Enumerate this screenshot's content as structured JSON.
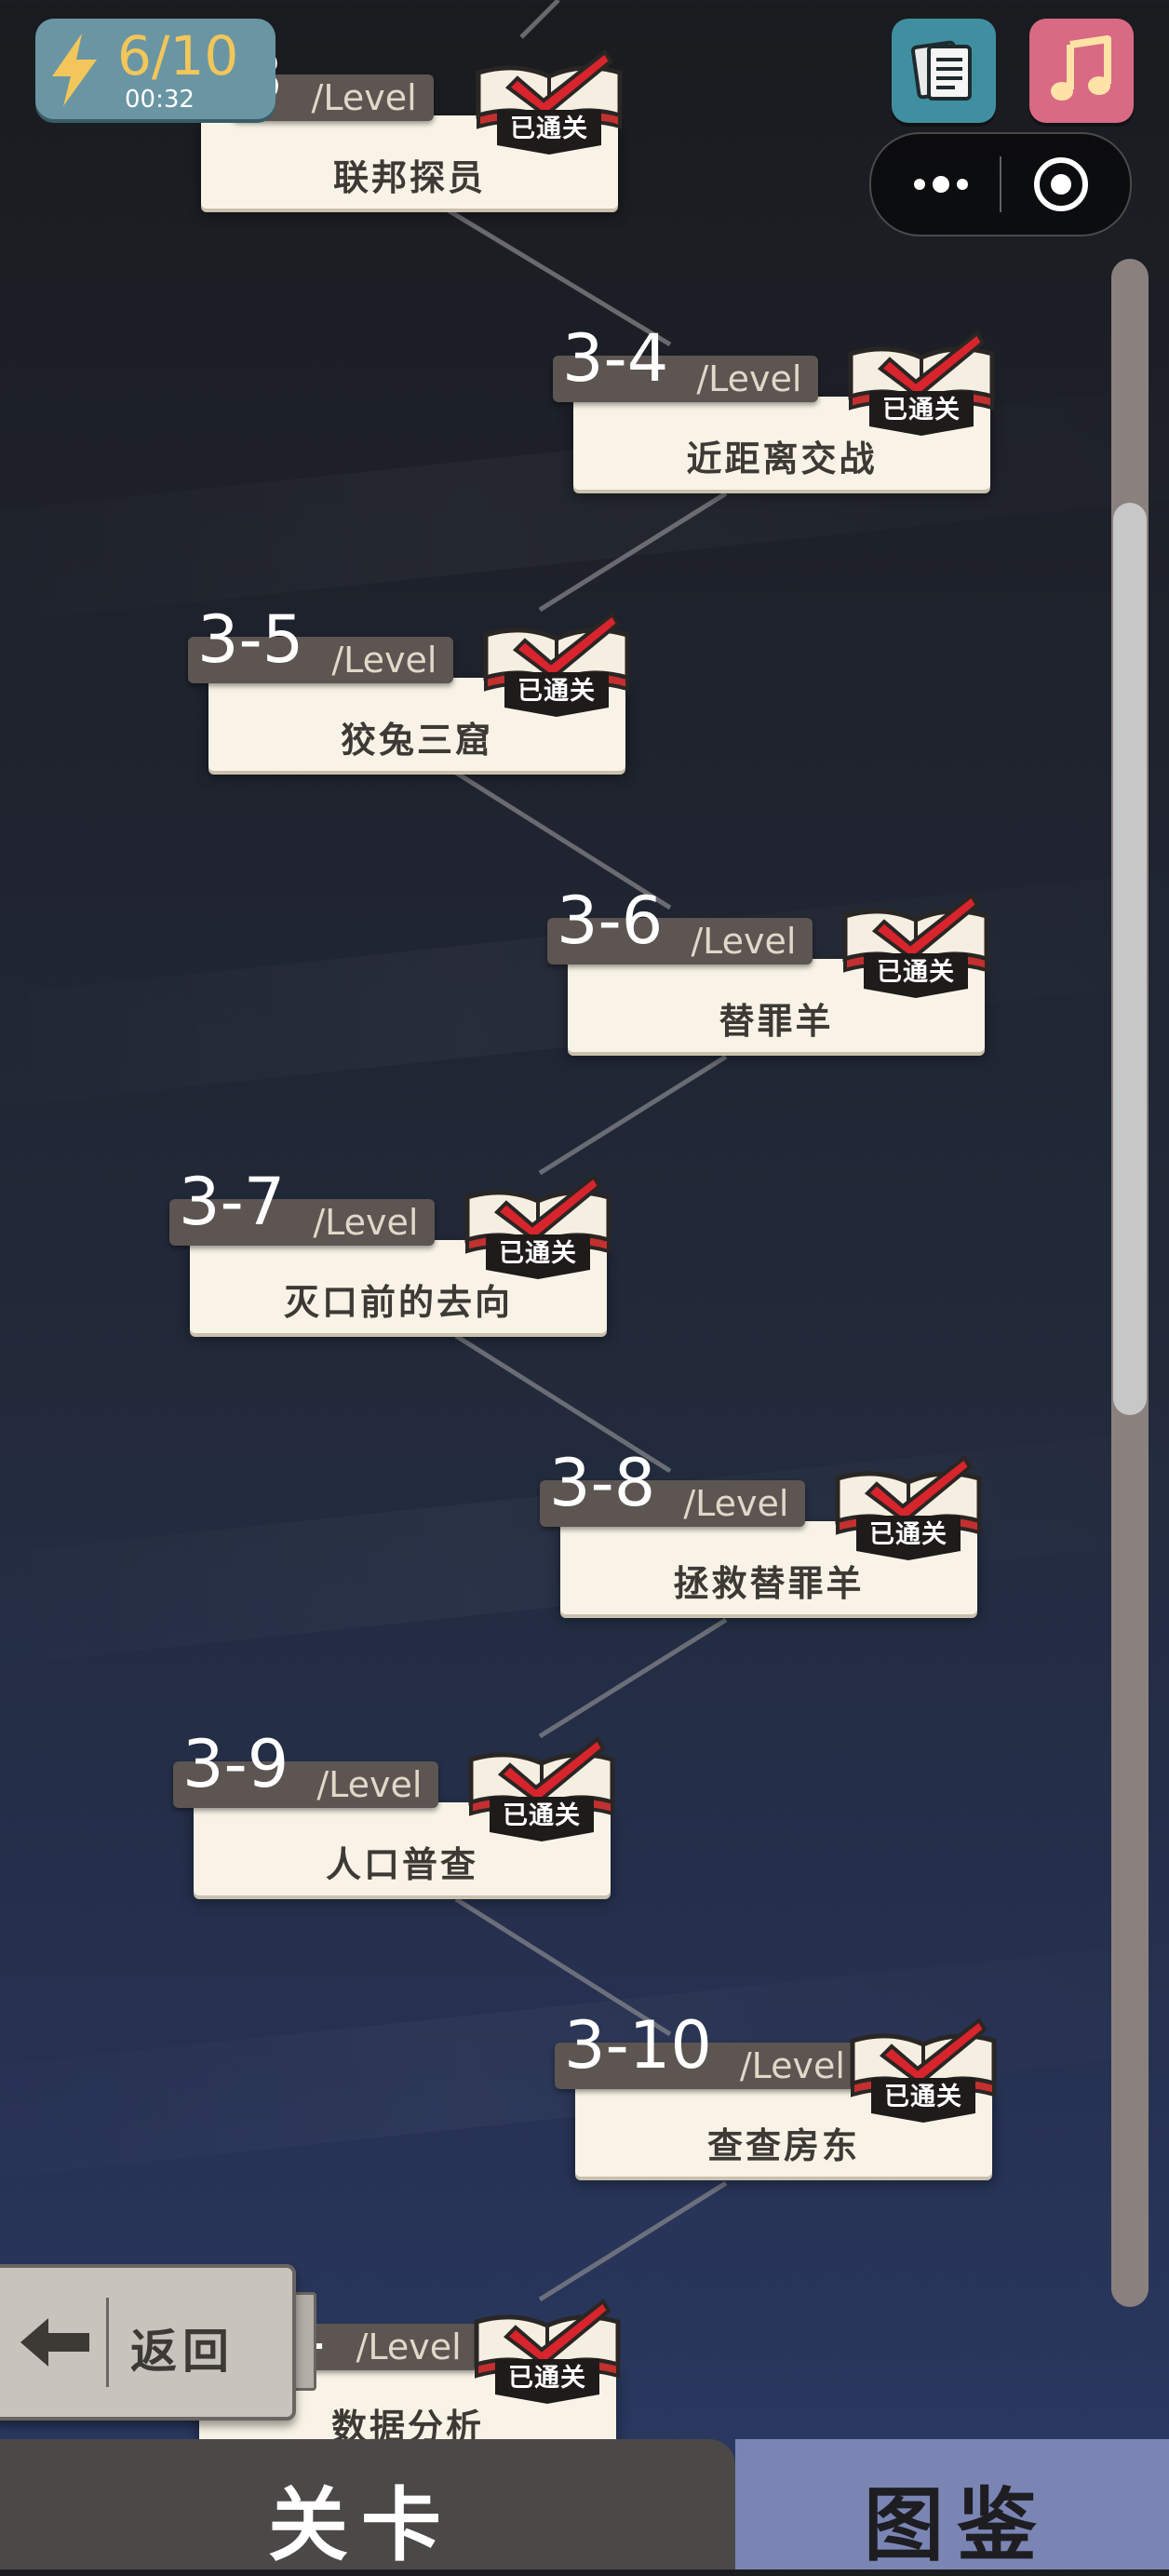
{
  "status": {
    "stamina": "6/10",
    "timer": "00:32"
  },
  "capsule": {
    "more_icon": "more-dots-icon",
    "close_icon": "target-icon"
  },
  "levels": [
    {
      "number": "3",
      "suffix": "/Level",
      "name": "联邦探员",
      "status": "已通关"
    },
    {
      "number": "3-4",
      "suffix": "/Level",
      "name": "近距离交战",
      "status": "已通关"
    },
    {
      "number": "3-5",
      "suffix": "/Level",
      "name": "狡兔三窟",
      "status": "已通关"
    },
    {
      "number": "3-6",
      "suffix": "/Level",
      "name": "替罪羊",
      "status": "已通关"
    },
    {
      "number": "3-7",
      "suffix": "/Level",
      "name": "灭口前的去向",
      "status": "已通关"
    },
    {
      "number": "3-8",
      "suffix": "/Level",
      "name": "拯救替罪羊",
      "status": "已通关"
    },
    {
      "number": "3-9",
      "suffix": "/Level",
      "name": "人口普查",
      "status": "已通关"
    },
    {
      "number": "3-10",
      "suffix": "/Level",
      "name": "查查房东",
      "status": "已通关"
    },
    {
      "number": "1",
      "suffix": "/Level",
      "name": "数据分析",
      "status": "已通关"
    }
  ],
  "back_button": {
    "label": "返回"
  },
  "tabs": {
    "levels_label": "关卡",
    "atlas_label": "图鉴"
  },
  "colors": {
    "card_bg": "#f8f3e6",
    "tag_bg": "#5c5552",
    "badge_red": "#d8242c",
    "tab_active": "#4b4848",
    "tab_inactive": "#7b85b4"
  }
}
